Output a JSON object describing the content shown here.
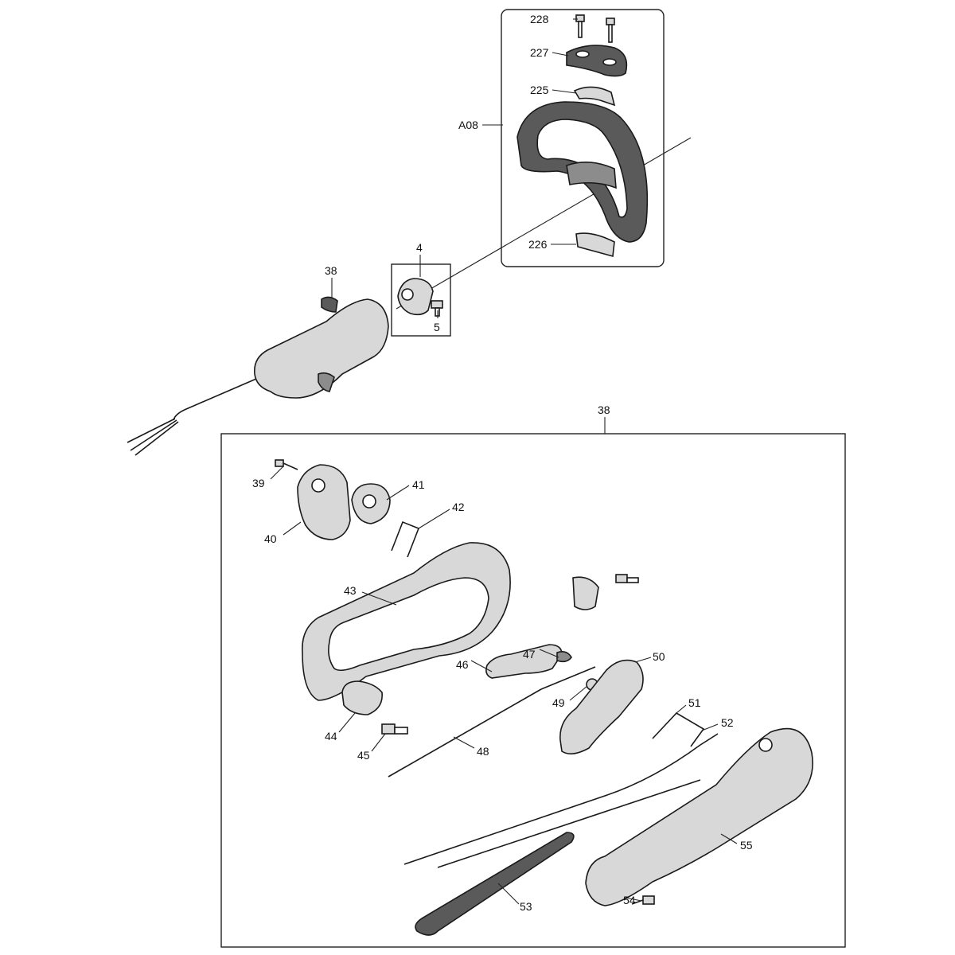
{
  "callouts": {
    "c228": "228",
    "c227": "227",
    "c225": "225",
    "cA08": "A08",
    "c226": "226",
    "c4": "4",
    "c5": "5",
    "c38_top": "38",
    "c38_box": "38",
    "c39": "39",
    "c40": "40",
    "c41": "41",
    "c42": "42",
    "c43": "43",
    "c44": "44",
    "c45": "45",
    "c46": "46",
    "c47": "47",
    "c48": "48",
    "c49": "49",
    "c50": "50",
    "c51": "51",
    "c52": "52",
    "c53": "53",
    "c54": "54",
    "c55": "55"
  }
}
